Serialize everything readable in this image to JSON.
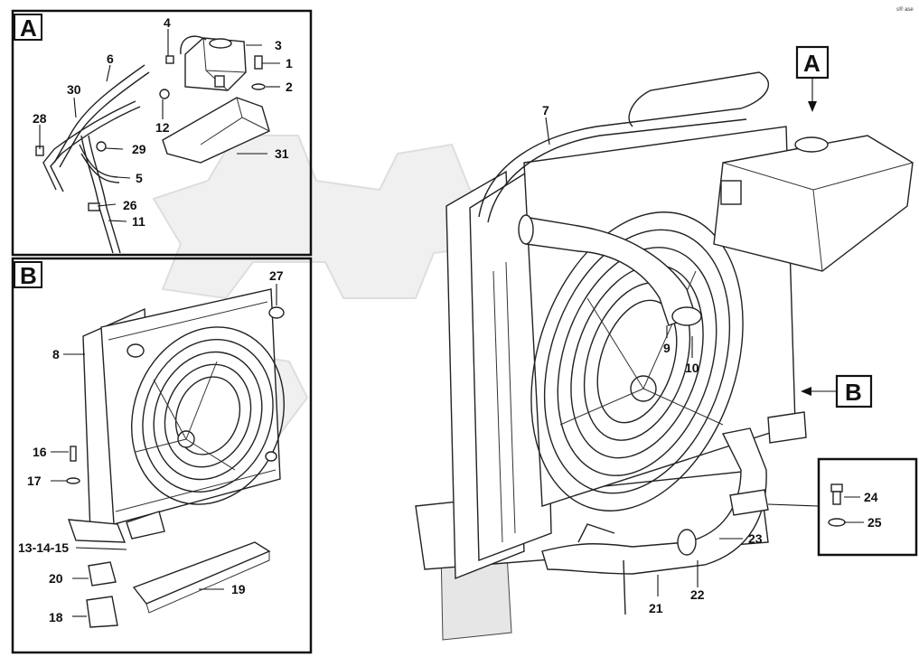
{
  "panels": {
    "a": {
      "letter": "A"
    },
    "b": {
      "letter": "B"
    },
    "callout_a": {
      "letter": "A"
    },
    "callout_b": {
      "letter": "B"
    }
  },
  "corner_code": "s® ase",
  "labels": {
    "l1": "1",
    "l2": "2",
    "l3": "3",
    "l4": "4",
    "l5": "5",
    "l6": "6",
    "l7": "7",
    "l8": "8",
    "l9": "9",
    "l10": "10",
    "l11": "11",
    "l12": "12",
    "l13": "13-14-15",
    "l16": "16",
    "l17": "17",
    "l18": "18",
    "l19": "19",
    "l20": "20",
    "l21": "21",
    "l22": "22",
    "l23": "23",
    "l24": "24",
    "l25": "25",
    "l26": "26",
    "l27": "27",
    "l28": "28",
    "l29": "29",
    "l30": "30",
    "l31": "31"
  }
}
